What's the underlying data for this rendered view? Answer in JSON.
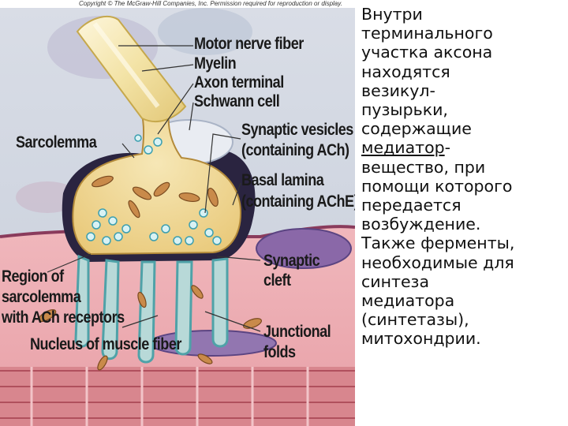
{
  "figure": {
    "copyright": "Copyright © The McGraw-Hill Companies, Inc. Permission required for reproduction or display.",
    "labels": {
      "motor_nerve_fiber": "Motor nerve fiber",
      "myelin": "Myelin",
      "axon_terminal": "Axon terminal",
      "schwann_cell": "Schwann cell",
      "sarcolemma": "Sarcolemma",
      "synaptic_vesicles_1": "Synaptic vesicles",
      "synaptic_vesicles_2": "(containing ACh)",
      "basal_lamina_1": "Basal lamina",
      "basal_lamina_2": "(containing AChE)",
      "synaptic_cleft_1": "Synaptic",
      "synaptic_cleft_2": "cleft",
      "region_1": "Region of",
      "region_2": "sarcolemma",
      "region_3": "with ACh receptors",
      "nucleus": "Nucleus of muscle fiber",
      "junctional_1": "Junctional",
      "junctional_2": "folds"
    }
  },
  "description": {
    "p1_lines": [
      "Внутри",
      "терминального",
      "участка аксона",
      "находятся",
      "везикул-",
      "пузырьки,",
      "содержащие"
    ],
    "p1_underlined": "медиатор",
    "p1_dash": "-",
    "p1_rest": [
      "вещество, при",
      "помощи которого",
      "передается",
      "возбуждение."
    ],
    "p2_lines": [
      "Также ферменты,",
      "необходимые для",
      "синтеза",
      "медиатора",
      "(синтетазы),",
      "митохондрии."
    ]
  }
}
